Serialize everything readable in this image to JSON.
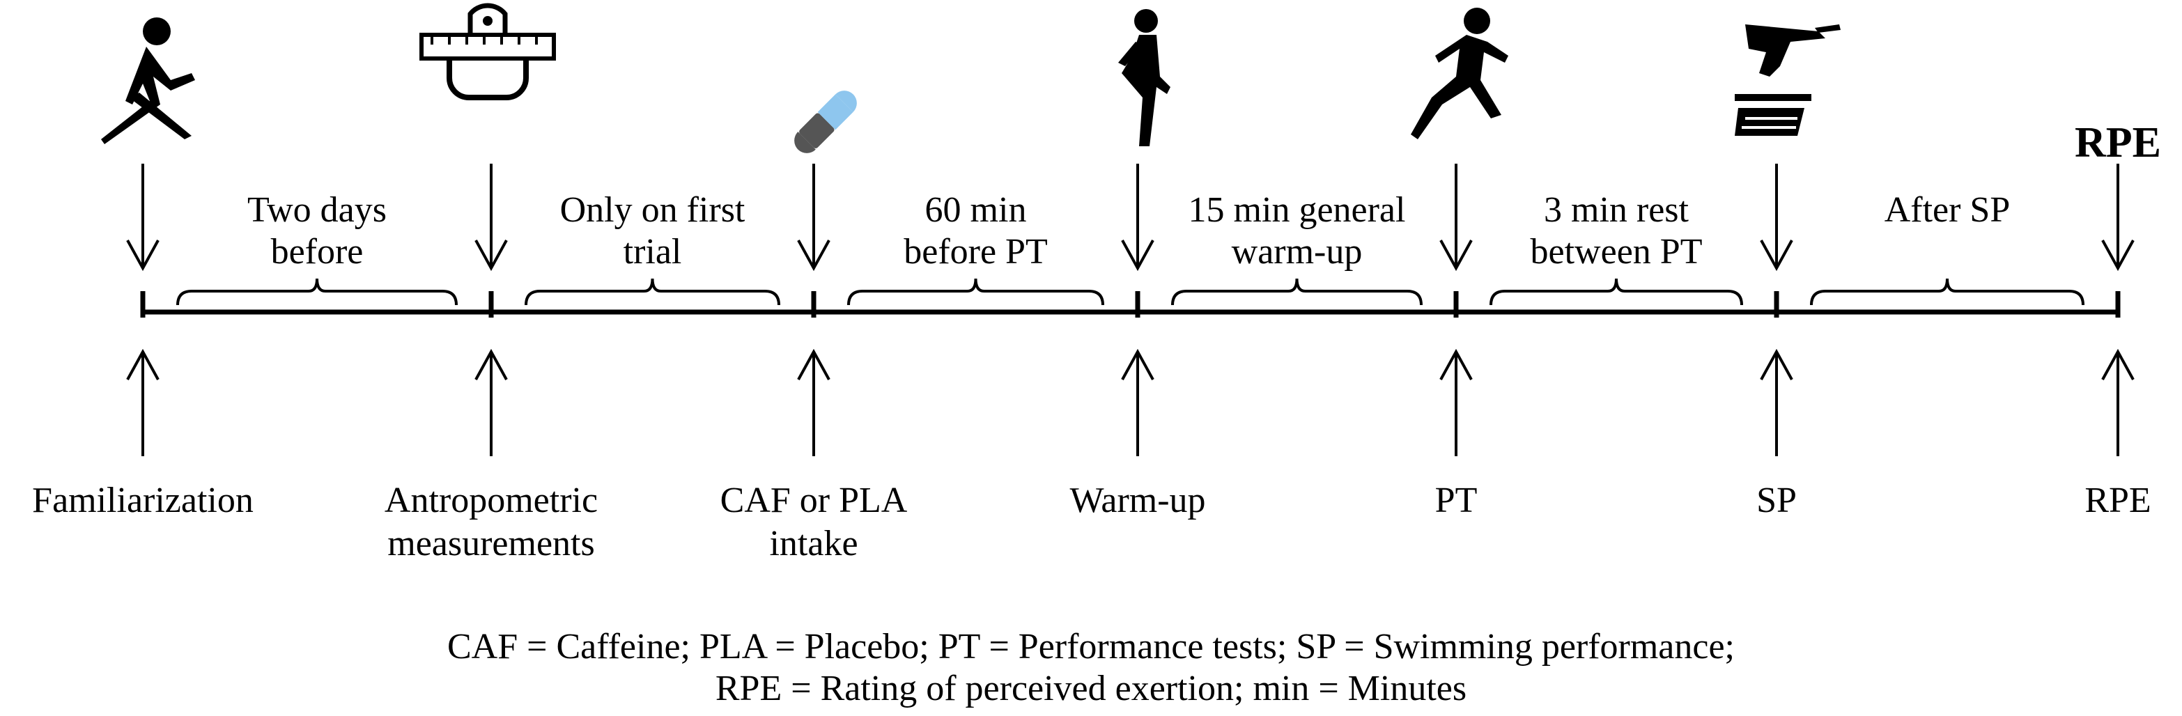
{
  "timeline": {
    "events_bottom": [
      {
        "lines": [
          "Familiarization"
        ]
      },
      {
        "lines": [
          "Antropometric",
          "measurements"
        ]
      },
      {
        "lines": [
          "CAF or PLA",
          "intake"
        ]
      },
      {
        "lines": [
          "Warm-up"
        ]
      },
      {
        "lines": [
          "PT"
        ]
      },
      {
        "lines": [
          "SP"
        ]
      },
      {
        "lines": [
          "RPE"
        ]
      }
    ],
    "intervals": [
      {
        "lines": [
          "Two days",
          "before"
        ]
      },
      {
        "lines": [
          "Only on first",
          "trial"
        ]
      },
      {
        "lines": [
          "60 min",
          "before PT"
        ]
      },
      {
        "lines": [
          "15 min general",
          "warm-up"
        ]
      },
      {
        "lines": [
          "3 min rest",
          "between PT"
        ]
      },
      {
        "lines": [
          "After SP"
        ]
      }
    ],
    "icons": [
      "runner-icon",
      "scale-icon",
      "capsule-icon",
      "stretching-icon",
      "sprinter-icon",
      "swim-start-icon",
      "rpe-label"
    ],
    "rpe_top_label": "RPE"
  },
  "legend": {
    "line1": "CAF = Caffeine; PLA = Placebo; PT = Performance tests; SP = Swimming performance;",
    "line2": "RPE = Rating of perceived exertion; min = Minutes"
  },
  "colors": {
    "capsule_blue": "#8ec6ee",
    "capsule_gray": "#555555"
  }
}
